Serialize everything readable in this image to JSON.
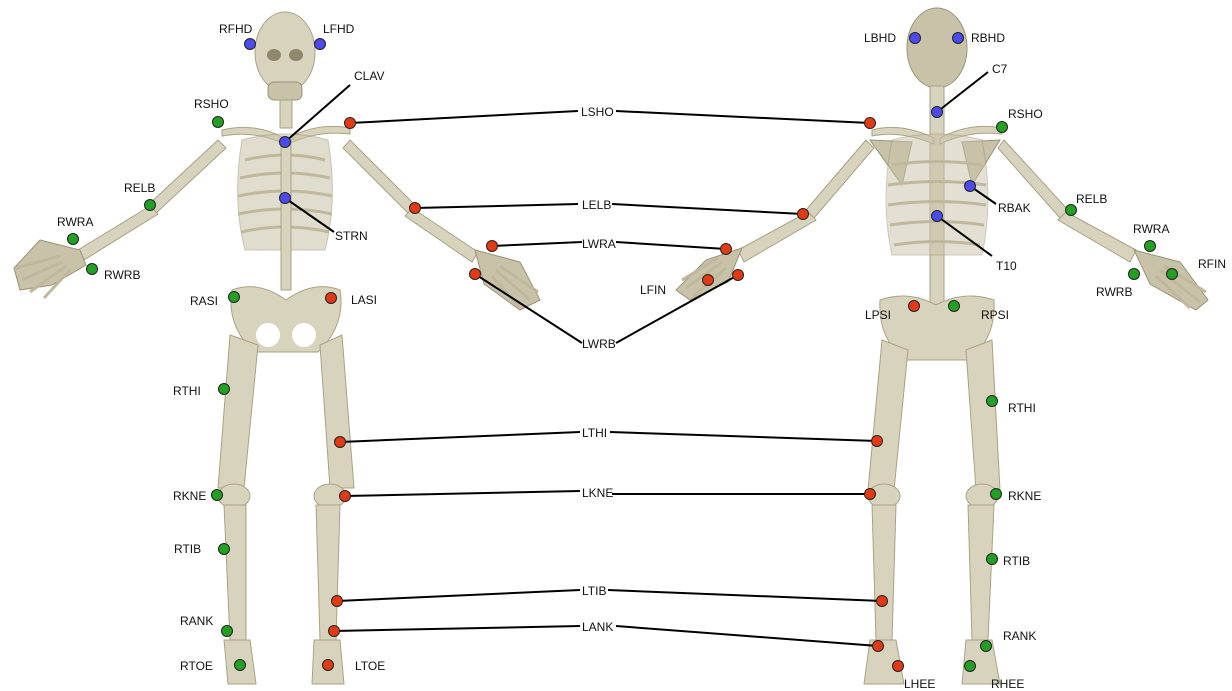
{
  "colors": {
    "blue": "#4b4bf0",
    "green": "#22a022",
    "red": "#e33a14",
    "bone": "#d8d3bc"
  },
  "front_view": {
    "markers": [
      {
        "name": "RFHD",
        "color": "blue"
      },
      {
        "name": "LFHD",
        "color": "blue"
      },
      {
        "name": "CLAV",
        "color": "blue"
      },
      {
        "name": "STRN",
        "color": "blue"
      },
      {
        "name": "RSHO",
        "color": "green"
      },
      {
        "name": "RELB",
        "color": "green"
      },
      {
        "name": "RWRA",
        "color": "green"
      },
      {
        "name": "RWRB",
        "color": "green"
      },
      {
        "name": "RASI",
        "color": "green"
      },
      {
        "name": "LASI",
        "color": "red"
      },
      {
        "name": "RTHI",
        "color": "green"
      },
      {
        "name": "RKNE",
        "color": "green"
      },
      {
        "name": "RTIB",
        "color": "green"
      },
      {
        "name": "RANK",
        "color": "green"
      },
      {
        "name": "RTOE",
        "color": "green"
      },
      {
        "name": "LTOE",
        "color": "red"
      }
    ]
  },
  "back_view": {
    "markers": [
      {
        "name": "LBHD",
        "color": "blue"
      },
      {
        "name": "RBHD",
        "color": "blue"
      },
      {
        "name": "C7",
        "color": "blue"
      },
      {
        "name": "RBAK",
        "color": "blue"
      },
      {
        "name": "T10",
        "color": "blue"
      },
      {
        "name": "RSHO",
        "color": "green"
      },
      {
        "name": "RELB",
        "color": "green"
      },
      {
        "name": "RWRA",
        "color": "green"
      },
      {
        "name": "RFIN",
        "color": "green"
      },
      {
        "name": "RWRB",
        "color": "green"
      },
      {
        "name": "LFIN",
        "color": "red"
      },
      {
        "name": "LPSI",
        "color": "red"
      },
      {
        "name": "RPSI",
        "color": "green"
      },
      {
        "name": "RTHI",
        "color": "green"
      },
      {
        "name": "RKNE",
        "color": "green"
      },
      {
        "name": "RTIB",
        "color": "green"
      },
      {
        "name": "RANK",
        "color": "green"
      },
      {
        "name": "LHEE",
        "color": "red"
      },
      {
        "name": "RHEE",
        "color": "green"
      }
    ]
  },
  "shared_labels": [
    "LSHO",
    "LELB",
    "LWRA",
    "LWRB",
    "LTHI",
    "LKNE",
    "LTIB",
    "LANK"
  ]
}
